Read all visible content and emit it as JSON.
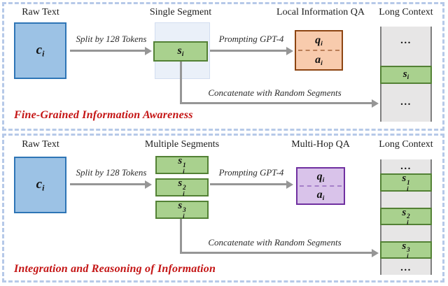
{
  "colors": {
    "raw_fill": "#9cc2e5",
    "raw_border": "#2e75b6",
    "segment_fill": "#a9d18e",
    "segment_border": "#538135",
    "segment_bg_fill": "#eaf0f9",
    "local_qa_fill": "#f8cbad",
    "local_qa_border": "#8d4512",
    "multihop_qa_fill": "#d9c3ea",
    "multihop_qa_border": "#7030a0",
    "context_fill": "#e7e6e6",
    "context_border": "#7f7f7f",
    "arrow": "#969696",
    "caption": "#c41414",
    "panel_border": "#b6c9e8"
  },
  "panel1": {
    "caption": "Fine-Grained Information Awareness",
    "raw_text_label": "Raw Text",
    "raw_symbol": {
      "base": "c",
      "sub": "i"
    },
    "split_arrow_label": "Split by 128 Tokens",
    "segment_label": "Single Segment",
    "segment": {
      "base": "s",
      "sub": "i"
    },
    "prompt_arrow_label": "Prompting GPT-4",
    "qa_label": "Local Information QA",
    "qa": {
      "q": {
        "base": "q",
        "sub": "i"
      },
      "a": {
        "base": "a",
        "sub": "i"
      }
    },
    "concat_arrow_label": "Concatenate with Random Segments",
    "context_label": "Long Context",
    "context": {
      "top_ellipsis": "...",
      "segment": {
        "base": "s",
        "sub": "i"
      },
      "bottom_ellipsis": "..."
    }
  },
  "panel2": {
    "caption": "Integration and Reasoning of Information",
    "raw_text_label": "Raw Text",
    "raw_symbol": {
      "base": "c",
      "sub": "i"
    },
    "split_arrow_label": "Split by 128 Tokens",
    "segments_label": "Multiple Segments",
    "segments": [
      {
        "base": "s",
        "sub": "i",
        "sup": "1"
      },
      {
        "base": "s",
        "sub": "i",
        "sup": "2"
      },
      {
        "base": "s",
        "sub": "i",
        "sup": "3"
      }
    ],
    "prompt_arrow_label": "Prompting GPT-4",
    "qa_label": "Multi-Hop QA",
    "qa": {
      "q": {
        "base": "q",
        "sub": "i"
      },
      "a": {
        "base": "a",
        "sub": "i"
      }
    },
    "concat_arrow_label": "Concatenate with Random Segments",
    "context_label": "Long Context",
    "context": {
      "top_ellipsis": "...",
      "segments": [
        {
          "base": "s",
          "sub": "i",
          "sup": "1"
        },
        {
          "base": "s",
          "sub": "i",
          "sup": "2"
        },
        {
          "base": "s",
          "sub": "i",
          "sup": "3"
        }
      ],
      "bottom_ellipsis": "..."
    }
  }
}
